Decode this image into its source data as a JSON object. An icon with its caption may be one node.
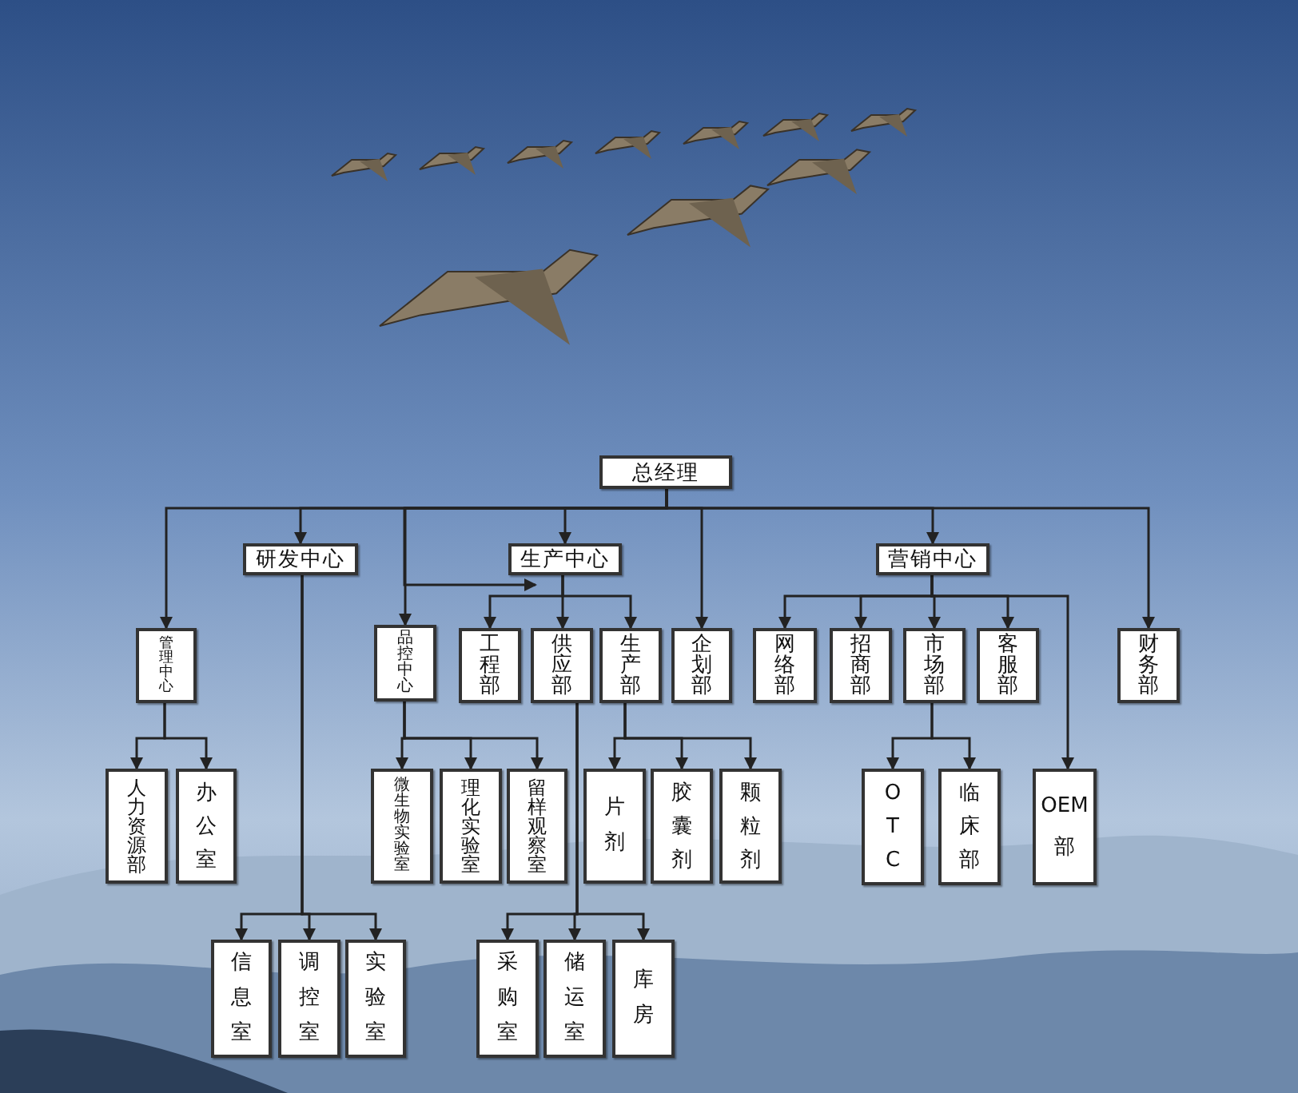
{
  "diagram": {
    "nodes": [
      {
        "text": [
          "总经理"
        ]
      },
      {
        "text": [
          "研发中心"
        ]
      },
      {
        "text": [
          "生产中心"
        ]
      },
      {
        "text": [
          "营销中心"
        ]
      },
      {
        "text": [
          "管理中心"
        ]
      },
      {
        "text": [
          "品控中心"
        ]
      },
      {
        "text": [
          "工程部"
        ]
      },
      {
        "text": [
          "供应部"
        ]
      },
      {
        "text": [
          "生产部"
        ]
      },
      {
        "text": [
          "企划部"
        ]
      },
      {
        "text": [
          "网络部"
        ]
      },
      {
        "text": [
          "招商部"
        ]
      },
      {
        "text": [
          "市场部"
        ]
      },
      {
        "text": [
          "客服部"
        ]
      },
      {
        "text": [
          "财务部"
        ]
      },
      {
        "text": [
          "人力资源部"
        ]
      },
      {
        "text": [
          "办公室"
        ]
      },
      {
        "text": [
          "微生物实验室"
        ]
      },
      {
        "text": [
          "理化实验室"
        ]
      },
      {
        "text": [
          "留样观察室"
        ]
      },
      {
        "text": [
          "片剂"
        ]
      },
      {
        "text": [
          "胶囊剂"
        ]
      },
      {
        "text": [
          "颗粒剂"
        ]
      },
      {
        "text": [
          "OTC"
        ]
      },
      {
        "text": [
          "临床部"
        ]
      },
      {
        "text": [
          "OEM部"
        ]
      },
      {
        "text": [
          "信息室"
        ]
      },
      {
        "text": [
          "调控室"
        ]
      },
      {
        "text": [
          "实验室"
        ]
      },
      {
        "text": [
          "采购室"
        ]
      },
      {
        "text": [
          "储运室"
        ]
      },
      {
        "text": [
          "库房"
        ]
      }
    ],
    "edges": [
      {
        "from": 0,
        "to": 4,
        "arrow": "to"
      },
      {
        "from": 0,
        "to": 1,
        "arrow": "to"
      },
      {
        "from": 0,
        "to": 5,
        "arrow": "to"
      },
      {
        "from": 0,
        "to": 2,
        "arrow": "to"
      },
      {
        "from": 0,
        "to": 9,
        "arrow": "to"
      },
      {
        "from": 0,
        "to": 3,
        "arrow": "to"
      },
      {
        "from": 0,
        "to": 14,
        "arrow": "to"
      },
      {
        "from": 0,
        "to": 2,
        "arrow": "to"
      },
      {
        "from": 2,
        "to": 6,
        "arrow": "to"
      },
      {
        "from": 2,
        "to": 7,
        "arrow": "to"
      },
      {
        "from": 2,
        "to": 8,
        "arrow": "to"
      },
      {
        "from": 3,
        "to": 10,
        "arrow": "to"
      },
      {
        "from": 3,
        "to": 11,
        "arrow": "to"
      },
      {
        "from": 3,
        "to": 12,
        "arrow": "to"
      },
      {
        "from": 3,
        "to": 13,
        "arrow": "to"
      },
      {
        "from": 3,
        "to": 25,
        "arrow": "to"
      },
      {
        "from": 4,
        "to": 15,
        "arrow": "to"
      },
      {
        "from": 4,
        "to": 16,
        "arrow": "to"
      },
      {
        "from": 5,
        "to": 17,
        "arrow": "to"
      },
      {
        "from": 5,
        "to": 18,
        "arrow": "to"
      },
      {
        "from": 5,
        "to": 19,
        "arrow": "to"
      },
      {
        "from": 8,
        "to": 20,
        "arrow": "to"
      },
      {
        "from": 8,
        "to": 21,
        "arrow": "to"
      },
      {
        "from": 8,
        "to": 22,
        "arrow": "to"
      },
      {
        "from": 12,
        "to": 23,
        "arrow": "to"
      },
      {
        "from": 12,
        "to": 24,
        "arrow": "to"
      },
      {
        "from": 1,
        "to": 26,
        "arrow": "to"
      },
      {
        "from": 1,
        "to": 27,
        "arrow": "to"
      },
      {
        "from": 1,
        "to": 28,
        "arrow": "to"
      },
      {
        "from": 7,
        "to": 29,
        "arrow": "to"
      },
      {
        "from": 7,
        "to": 30,
        "arrow": "to"
      },
      {
        "from": 7,
        "to": 31,
        "arrow": "to"
      }
    ]
  }
}
